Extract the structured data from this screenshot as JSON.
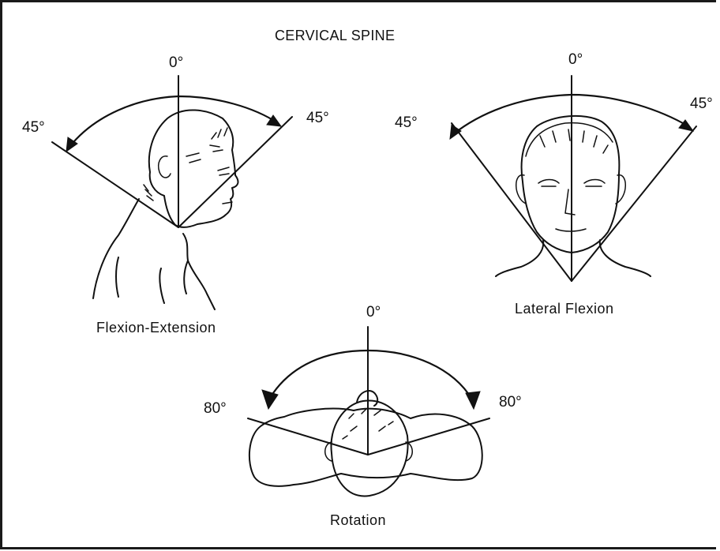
{
  "title": "CERVICAL SPINE",
  "panels": {
    "flexion_extension": {
      "caption": "Flexion-Extension",
      "top_label": "0°",
      "left_label": "45°",
      "right_label": "45°"
    },
    "lateral_flexion": {
      "caption": "Lateral Flexion",
      "top_label": "0°",
      "left_label": "45°",
      "right_label": "45°"
    },
    "rotation": {
      "caption": "Rotation",
      "top_label": "0°",
      "left_label": "80°",
      "right_label": "80°"
    }
  }
}
